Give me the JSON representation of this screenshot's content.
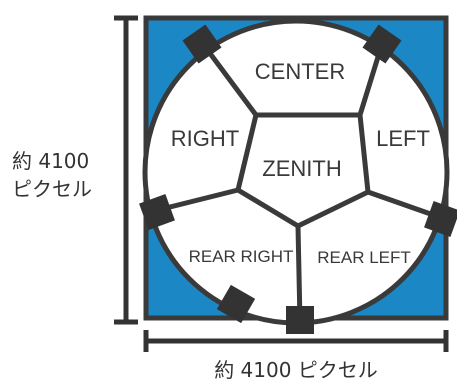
{
  "diagram": {
    "segments": {
      "center": "CENTER",
      "right": "RIGHT",
      "left": "LEFT",
      "zenith": "ZENITH",
      "rear_right": "REAR RIGHT",
      "rear_left": "REAR LEFT"
    },
    "dimensions": {
      "height_line1": "約 4100",
      "height_line2": "ピクセル",
      "width_label": "約 4100 ピクセル"
    },
    "colors": {
      "background_fill": "#1b87c4",
      "outline": "#3a3a3a",
      "dome_fill": "#ffffff",
      "marker": "#333333"
    }
  }
}
